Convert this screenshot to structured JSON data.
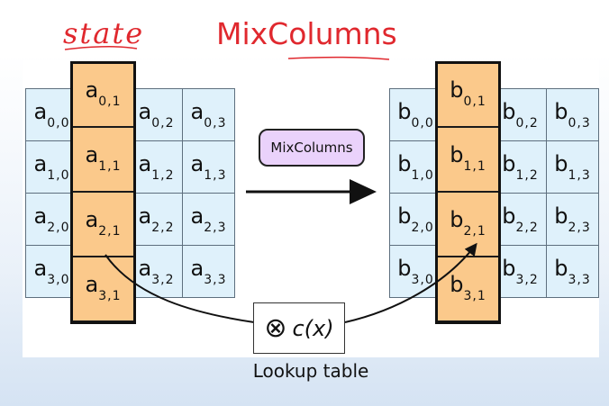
{
  "annotations": {
    "state_label": "state",
    "title": "MixColumns"
  },
  "operation_label": "MixColumns",
  "lookup": {
    "symbol": "⊗",
    "function": "c(x)",
    "caption": "Lookup table"
  },
  "input_state": [
    [
      {
        "b": "a",
        "s": "0,0"
      },
      {
        "b": "a",
        "s": "0,1"
      },
      {
        "b": "a",
        "s": "0,2"
      },
      {
        "b": "a",
        "s": "0,3"
      }
    ],
    [
      {
        "b": "a",
        "s": "1,0"
      },
      {
        "b": "a",
        "s": "1,1"
      },
      {
        "b": "a",
        "s": "1,2"
      },
      {
        "b": "a",
        "s": "1,3"
      }
    ],
    [
      {
        "b": "a",
        "s": "2,0"
      },
      {
        "b": "a",
        "s": "2,1"
      },
      {
        "b": "a",
        "s": "2,2"
      },
      {
        "b": "a",
        "s": "2,3"
      }
    ],
    [
      {
        "b": "a",
        "s": "3,0"
      },
      {
        "b": "a",
        "s": "3,1"
      },
      {
        "b": "a",
        "s": "3,2"
      },
      {
        "b": "a",
        "s": "3,3"
      }
    ]
  ],
  "output_state": [
    [
      {
        "b": "b",
        "s": "0,0"
      },
      {
        "b": "b",
        "s": "0,1"
      },
      {
        "b": "b",
        "s": "0,2"
      },
      {
        "b": "b",
        "s": "0,3"
      }
    ],
    [
      {
        "b": "b",
        "s": "1,0"
      },
      {
        "b": "b",
        "s": "1,1"
      },
      {
        "b": "b",
        "s": "1,2"
      },
      {
        "b": "b",
        "s": "1,3"
      }
    ],
    [
      {
        "b": "b",
        "s": "2,0"
      },
      {
        "b": "b",
        "s": "2,1"
      },
      {
        "b": "b",
        "s": "2,2"
      },
      {
        "b": "b",
        "s": "2,3"
      }
    ],
    [
      {
        "b": "b",
        "s": "3,0"
      },
      {
        "b": "b",
        "s": "3,1"
      },
      {
        "b": "b",
        "s": "3,2"
      },
      {
        "b": "b",
        "s": "3,3"
      }
    ]
  ],
  "highlighted_column": 1,
  "colors": {
    "cell_fill": "#dff1fb",
    "highlight_fill": "#fbc98b",
    "pill_fill": "#ead2fb",
    "annotation": "#e0282e"
  }
}
